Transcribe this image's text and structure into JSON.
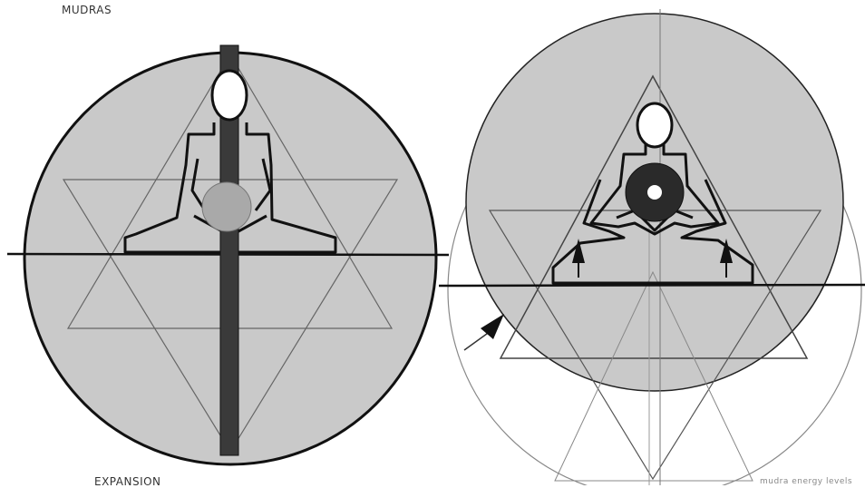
{
  "captions": {
    "top_left": "MUDRAS",
    "bottom_left": "EXPANSION",
    "bottom_right": "mudra energy levels"
  },
  "figures": [
    {
      "name": "left-figure",
      "description_icon": "meditating-figure-icon"
    },
    {
      "name": "right-figure",
      "description_icon": "meditating-figure-icon"
    }
  ],
  "colors": {
    "disc_fill": "#c9c9c9",
    "outline": "#111111",
    "head_fill": "#ffffff",
    "center_left": "#a9a9a9",
    "center_right": "#2a2a2a",
    "thin_line": "#777777"
  }
}
